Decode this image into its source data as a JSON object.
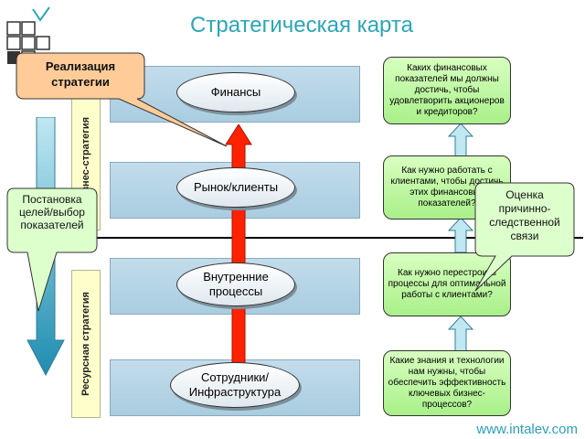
{
  "title": "Стратегическая карта",
  "layers": [
    {
      "label": "Финансы"
    },
    {
      "label": "Рынок/клиенты"
    },
    {
      "label": "Внутренние процессы"
    },
    {
      "label": "Сотрудники/ Инфраструктура"
    }
  ],
  "side_labels": {
    "business": "Бизнес-стратегия",
    "resource": "Ресурсная стратегия"
  },
  "questions": [
    "Каких финансовых показателей мы должны достичь, чтобы удовлетворить акционеров и кредиторов?",
    "Как нужно работать с клиентами, чтобы достичь этих финансовых показателей?",
    "Как нужно перестроить процессы для оптимальной работы с клиентами?",
    "Какие знания и технологии нам нужны, чтобы обеспечить эффективность ключевых бизнес-процессов?"
  ],
  "callouts": {
    "realization": "Реализация стратегии",
    "goals": "Постановка целей/выбор показателей",
    "evaluation": "Оценка причинно-следственной связи"
  },
  "url": "www.intalev.com",
  "colors": {
    "title": "#2aa6b6",
    "band": "#b6d5e6",
    "red_arrow": "#ff2200",
    "blue_arrow": "#1e8db0",
    "question_box": "#b8f59a",
    "callout_orange": "#ffcc99",
    "callout_green": "#ddffcc"
  }
}
